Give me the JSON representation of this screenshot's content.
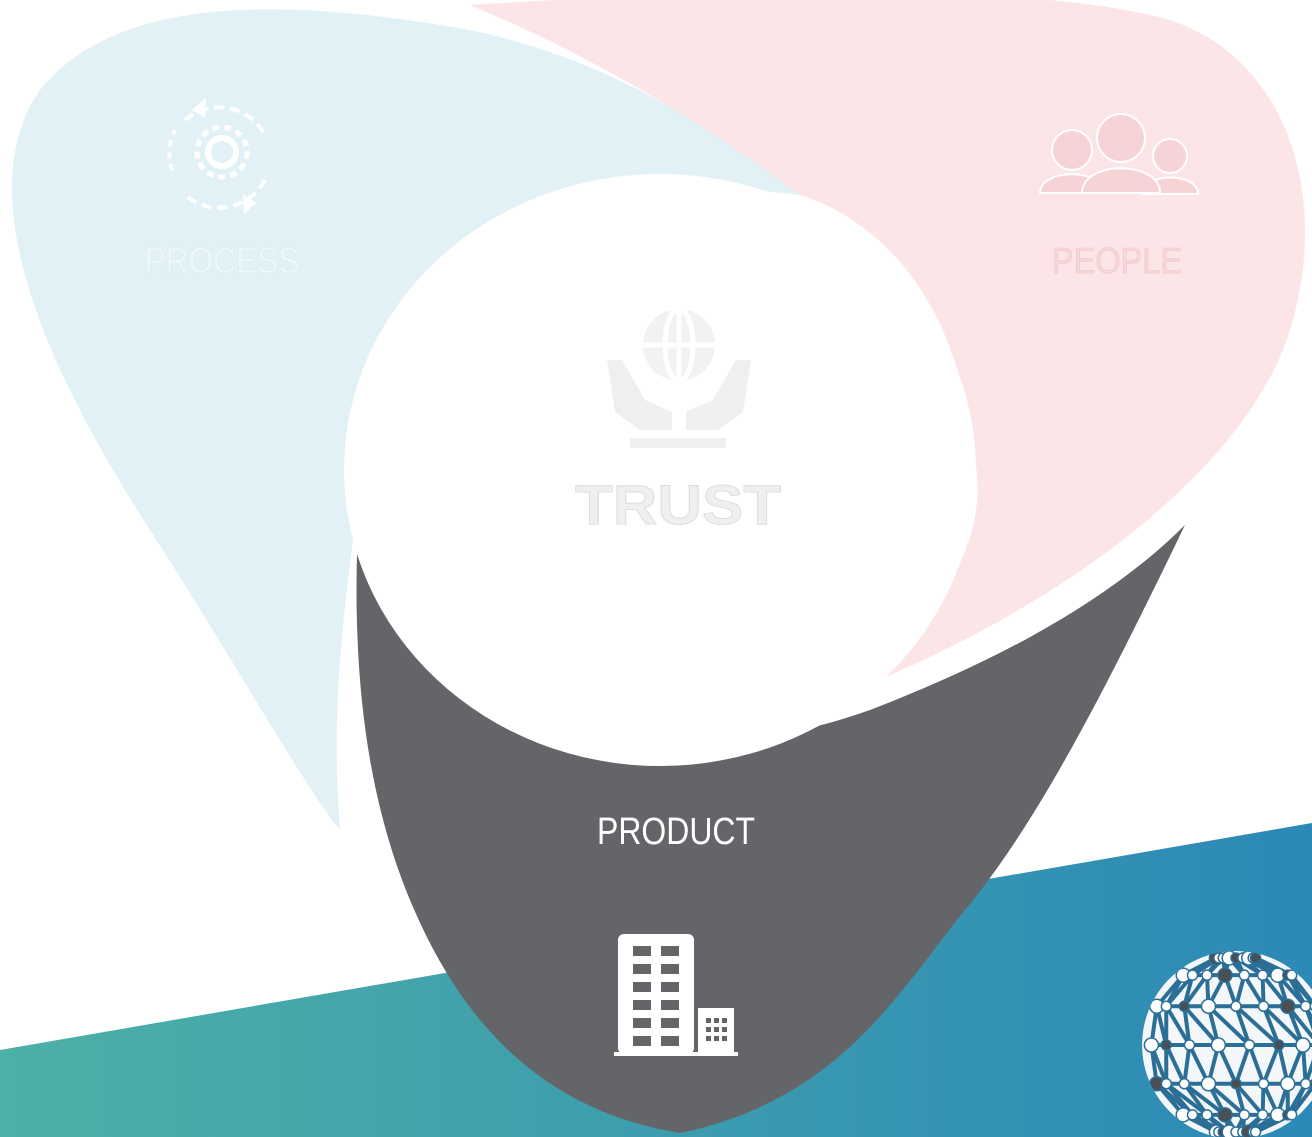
{
  "diagram": {
    "center": {
      "label": "TRUST",
      "icon": "globe-in-hands-icon"
    },
    "segments": [
      {
        "id": "process",
        "label": "PROCESS",
        "icon": "gear-cycle-icon",
        "color": "#e2f1f5",
        "text_color": "#eef8fb"
      },
      {
        "id": "people",
        "label": "PEOPLE",
        "icon": "people-group-icon",
        "color": "#fbe5e6",
        "text_color": "#f7d7da"
      },
      {
        "id": "product",
        "label": "PRODUCT",
        "icon": "office-building-icon",
        "color": "#646568",
        "text_color": "#ffffff"
      }
    ],
    "colors": {
      "background": "#ffffff",
      "band_start": "#4db0a6",
      "band_end": "#2c89b7",
      "center": "#ffffff",
      "trust_text": "#efefef"
    },
    "decoration": {
      "icon": "network-globe-icon"
    }
  }
}
